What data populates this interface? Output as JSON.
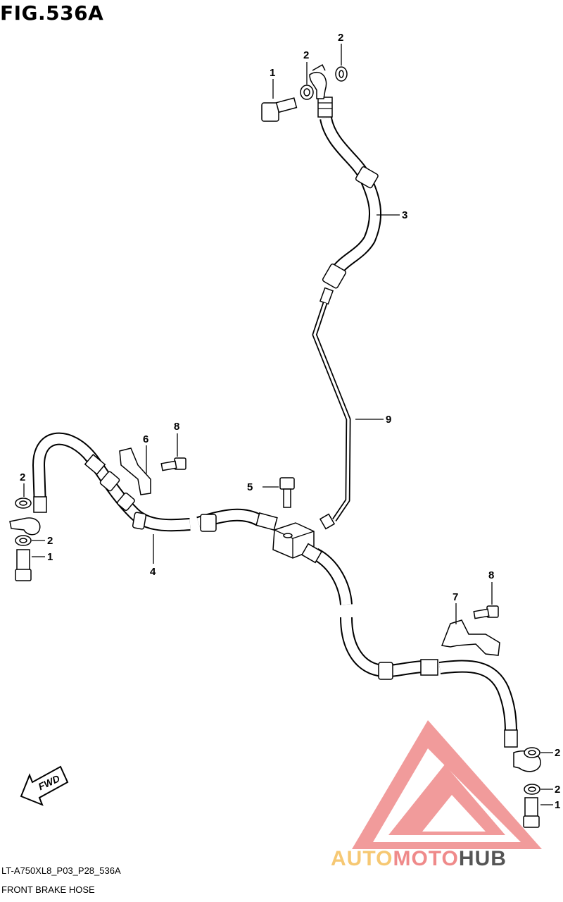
{
  "figure": {
    "title": "FIG.536A",
    "code": "LT-A750XL8_P03_P28_536A",
    "caption": "FRONT BRAKE HOSE"
  },
  "callouts": [
    "1",
    "2",
    "2",
    "3",
    "8",
    "6",
    "2",
    "2",
    "1",
    "5",
    "9",
    "4",
    "8",
    "7",
    "2",
    "2",
    "1"
  ],
  "fwd_label": "FWD",
  "watermark": {
    "text_part1": "AUTO",
    "text_part2": "MOTO",
    "text_part3": "HUB",
    "colors": {
      "light": "#f6c873",
      "accent": "#ef8a8a",
      "dark": "#555555"
    }
  }
}
